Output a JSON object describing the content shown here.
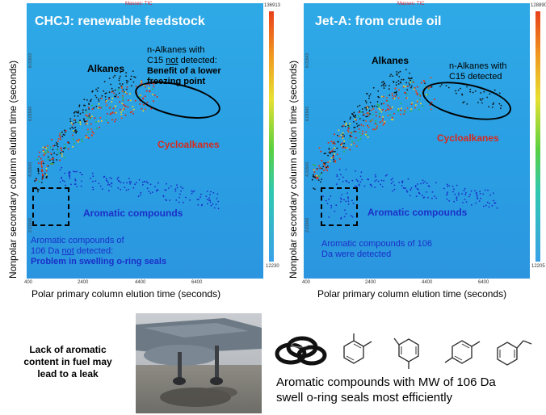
{
  "colors": {
    "plot_bg": "#2a9fe4",
    "alkanes": "#000000",
    "cycloalkanes": "#d42b1e",
    "aromatics": "#1a2fc8"
  },
  "left_panel": {
    "masses_label": "Masses: TIC",
    "title": "CHCJ: renewable feedstock",
    "alkanes_label": "Alkanes",
    "cyclo_label": "Cycloalkanes",
    "aromatic_label": "Aromatic compounds",
    "annotation": {
      "line1": "n-Alkanes with",
      "line2_pre": "C15 ",
      "line2_und": "not",
      "line2_post": " detected:",
      "line3": "Benefit of a lower",
      "line4": "freezing point"
    },
    "aromatic_note": {
      "line1": "Aromatic compounds  of",
      "line2_pre": "106 Da ",
      "line2_und": "not",
      "line2_post": " detected:",
      "line3": "Problem in swelling o-ring seals"
    },
    "colorbar_max": "136913",
    "colorbar_min": "12230",
    "yticks": [
      "8.01543",
      "6.01543",
      "4.01543",
      "2.01543"
    ],
    "xticks": [
      "400",
      "2400",
      "4400",
      "6400"
    ],
    "xlabel": "Polar primary column elution time (seconds)",
    "ylabel": "Nonpolar secondary column elution time (seconds)"
  },
  "right_panel": {
    "masses_label": "Masses: TIC",
    "title": "Jet-A: from crude oil",
    "alkanes_label": "Alkanes",
    "cyclo_label": "Cycloalkanes",
    "aromatic_label": "Aromatic compounds",
    "annotation": {
      "line1": "n-Alkanes with",
      "line2": "C15 detected"
    },
    "aromatic_note": {
      "line1": "Aromatic compounds  of 106",
      "line2": "Da were detected"
    },
    "colorbar_max": "128890",
    "colorbar_min": "12205",
    "yticks": [
      "8.01543",
      "6.01543",
      "4.01543",
      "2.01543"
    ],
    "xticks": [
      "400",
      "2400",
      "4400",
      "6400"
    ],
    "xlabel": "Polar primary column elution time (seconds)",
    "ylabel": "Nonpolar secondary column elution time (seconds)"
  },
  "bottom": {
    "leak_note": "Lack of aromatic content in fuel may lead to a leak",
    "caption_line1": "Aromatic compounds with MW of 106 Da",
    "caption_line2": "swell o-ring seals most efficiently"
  }
}
